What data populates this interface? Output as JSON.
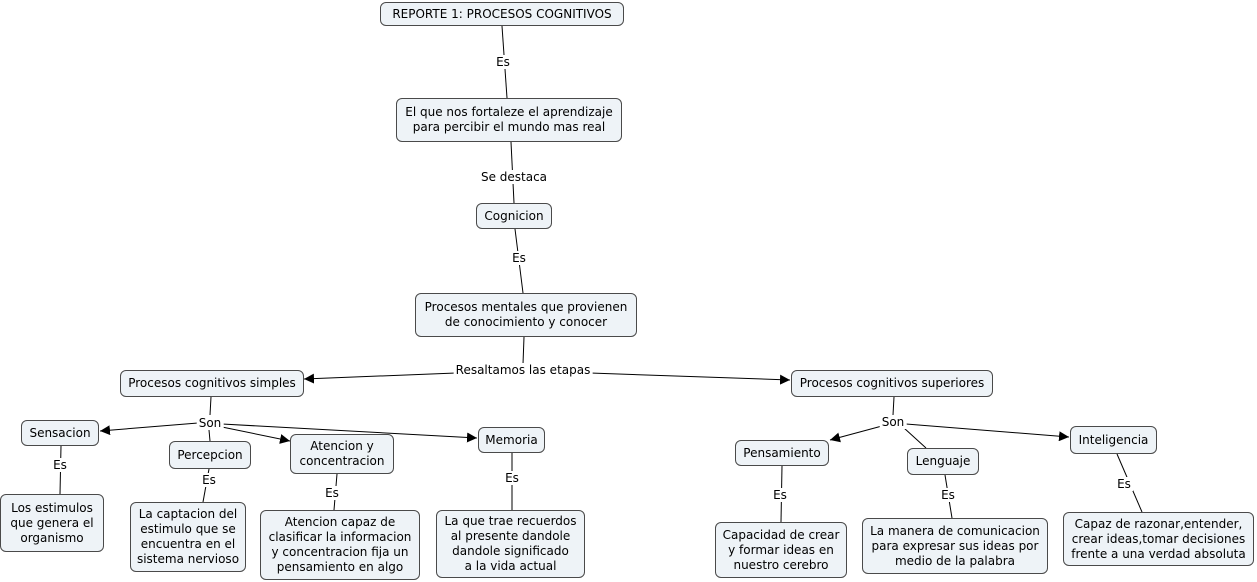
{
  "nodes": {
    "title": "REPORTE 1: PROCESOS COGNITIVOS",
    "def": "El que nos fortaleze el aprendizaje\npara percibir el mundo mas real",
    "cognicion": "Cognicion",
    "procesos": "Procesos mentales que provienen\nde conocimiento y conocer",
    "simples": "Procesos cognitivos simples",
    "superiores": "Procesos cognitivos superiores",
    "sensacion": "Sensacion",
    "percepcion": "Percepcion",
    "atencion": "Atencion y\nconcentracion",
    "memoria": "Memoria",
    "pensamiento": "Pensamiento",
    "lenguaje": "Lenguaje",
    "inteligencia": "Inteligencia",
    "sensacion_def": "Los estimulos\nque genera el\norganismo",
    "percepcion_def": "La captacion del\nestimulo que se\nencuentra en el\nsistema nervioso",
    "atencion_def": "Atencion capaz de\nclasificar la informacion\ny concentracion fija un\npensamiento en algo",
    "memoria_def": "La que trae recuerdos\nal presente dandole\ndandole significado\na la vida actual",
    "pensamiento_def": "Capacidad de crear\ny formar ideas en\nnuestro cerebro",
    "lenguaje_def": "La manera de comunicacion\npara expresar sus ideas por\nmedio de la palabra",
    "inteligencia_def": "Capaz de razonar,entender,\ncrear ideas,tomar decisiones\nfrente a una verdad absoluta"
  },
  "labels": {
    "es_1": "Es",
    "destaca": "Se destaca",
    "es_2": "Es",
    "etapas": "Resaltamos las etapas",
    "son_1": "Son",
    "son_2": "Son",
    "es_sensacion": "Es",
    "es_percepcion": "Es",
    "es_atencion": "Es",
    "es_memoria": "Es",
    "es_pensamiento": "Es",
    "es_lenguaje": "Es",
    "es_inteligencia": "Es"
  }
}
